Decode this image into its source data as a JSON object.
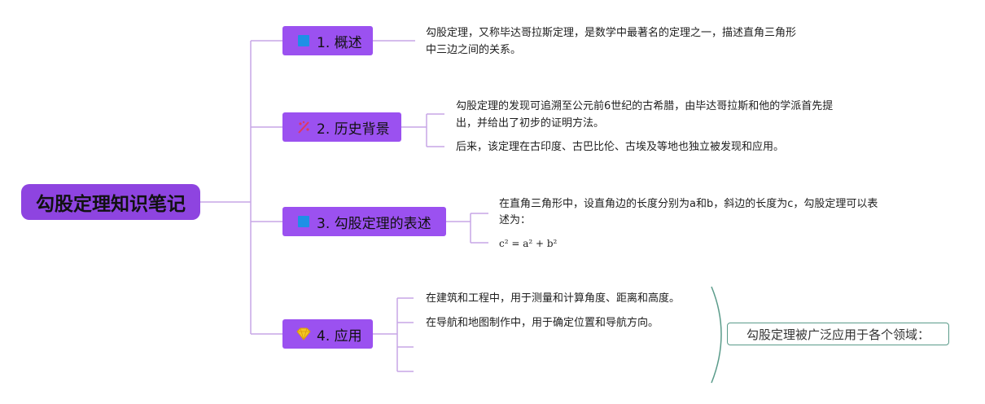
{
  "root": {
    "title": "勾股定理知识笔记"
  },
  "branches": [
    {
      "label": "1. 概述",
      "icon": "blue-square-icon",
      "leaves": [
        "勾股定理，又称毕达哥拉斯定理，是数学中最著名的定理之一，描述直角三角形",
        "中三边之间的关系。"
      ]
    },
    {
      "label": "2. 历史背景",
      "icon": "sparkle-icon",
      "leaves": [
        "勾股定理的发现可追溯至公元前6世纪的古希腊，由毕达哥拉斯和他的学派首先提",
        "出，并给出了初步的证明方法。",
        "后来，该定理在古印度、古巴比伦、古埃及等地也独立被发现和应用。"
      ]
    },
    {
      "label": "3. 勾股定理的表述",
      "icon": "blue-square-icon",
      "leaves": [
        "在直角三角形中，设直角边的长度分别为a和b，斜边的长度为c，勾股定理可以表",
        "述为：",
        "c² = a² + b²"
      ]
    },
    {
      "label": "4. 应用",
      "icon": "diamond-icon",
      "leaves": [
        "在建筑和工程中，用于测量和计算角度、距离和高度。",
        "在导航和地图制作中，用于确定位置和导航方向。"
      ]
    }
  ],
  "summary": {
    "text": "勾股定理被广泛应用于各个领域："
  },
  "colors": {
    "root": "#8e44e0",
    "branch": "#9b51f0",
    "link": "#c7a6e6",
    "bracket": "#5a9b8a"
  }
}
